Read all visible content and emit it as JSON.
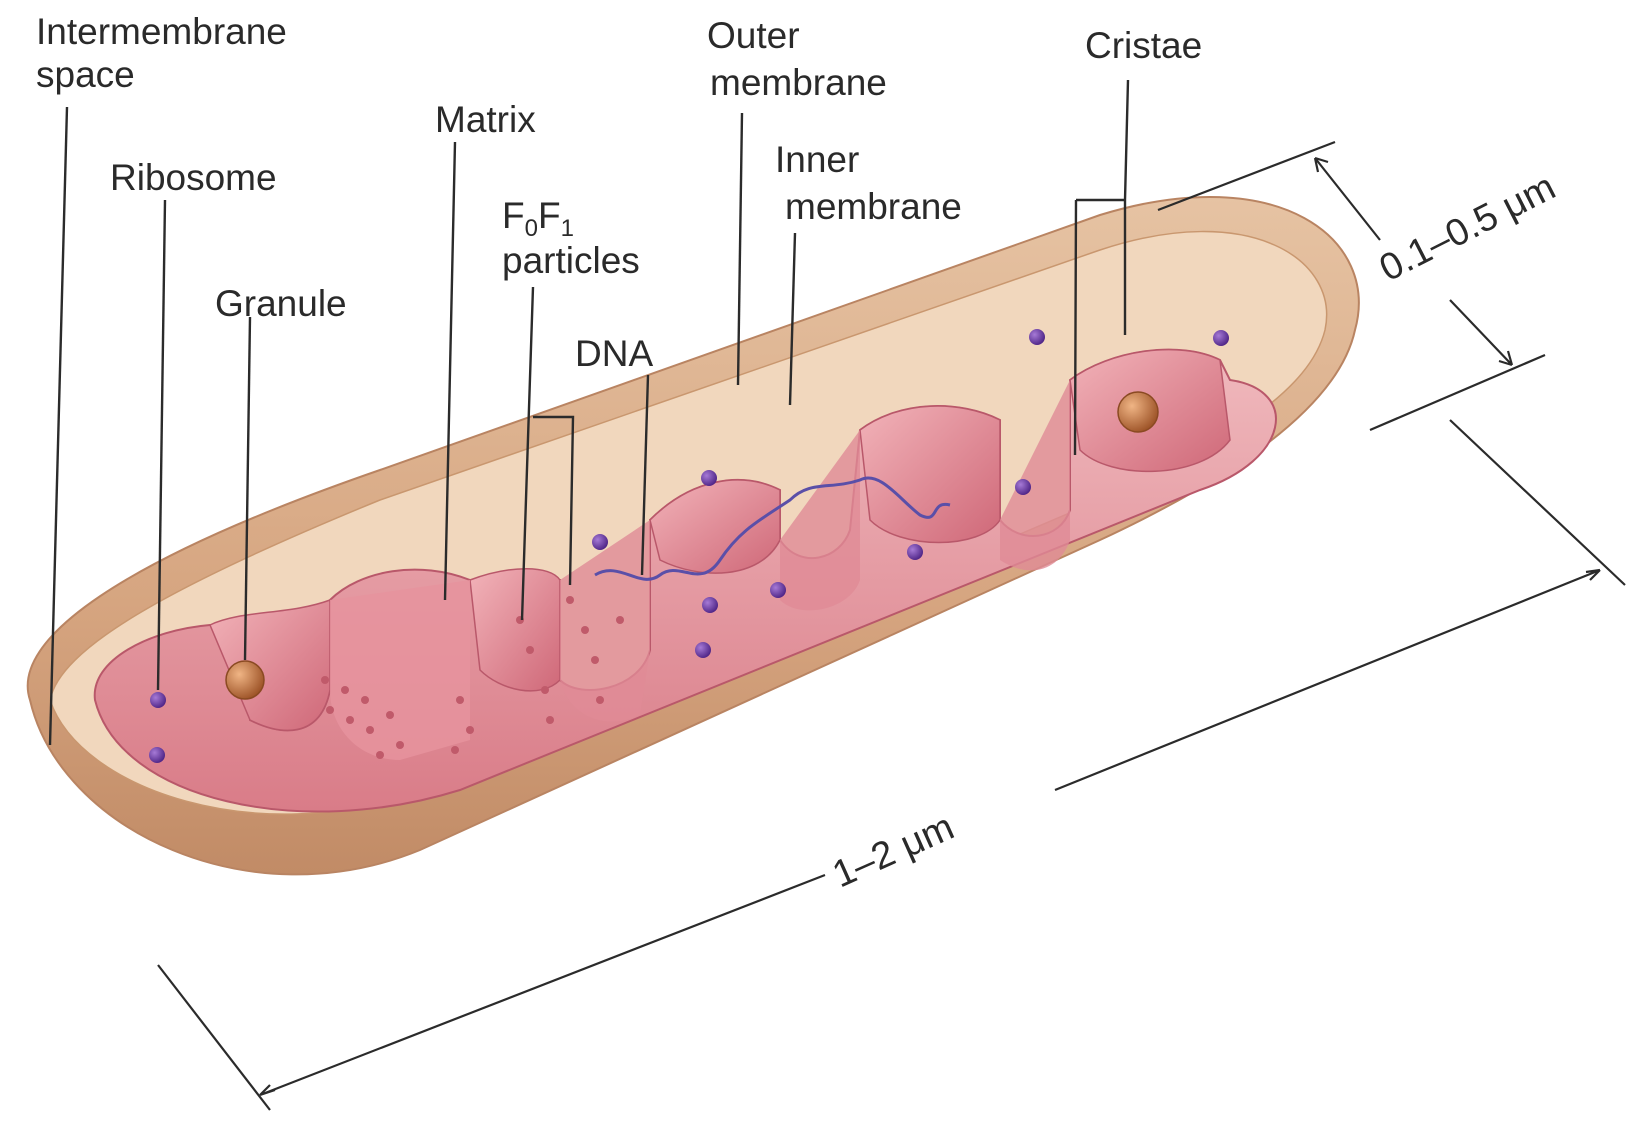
{
  "labels": {
    "intermembrane_space": [
      "Intermembrane",
      "space"
    ],
    "ribosome": "Ribosome",
    "granule": "Granule",
    "matrix": "Matrix",
    "f0f1": {
      "line1_f": "F",
      "line1_sub0": "0",
      "line1_f2": "F",
      "line1_sub1": "1",
      "line2": "particles"
    },
    "dna": "DNA",
    "outer_membrane": [
      "Outer",
      "membrane"
    ],
    "inner_membrane": [
      "Inner",
      "membrane"
    ],
    "cristae": "Cristae"
  },
  "measurements": {
    "width": "0.1–0.5 μm",
    "length": "1–2 μm"
  },
  "colors": {
    "outer_membrane": "#d9ab87",
    "outer_membrane_shadow": "#c08a66",
    "inner_membrane": "#e28a95",
    "inner_membrane_dark": "#c8606f",
    "matrix": "#e9a0a8",
    "ribosome": "#6a3aa0",
    "granule": "#b9703e"
  }
}
